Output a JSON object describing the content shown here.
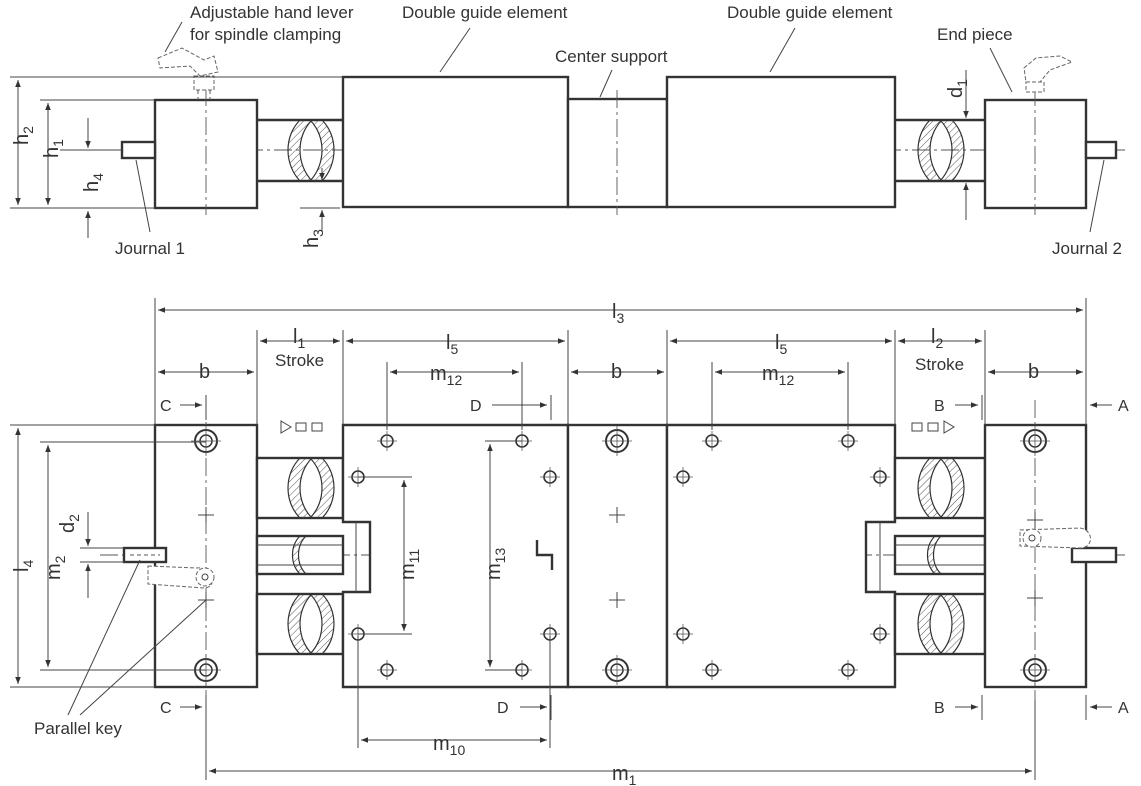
{
  "callouts": {
    "lever_line1": "Adjustable hand lever",
    "lever_line2": "for spindle clamping",
    "double_guide_left": "Double guide element",
    "double_guide_right": "Double guide element",
    "center_support": "Center support",
    "end_piece": "End piece",
    "journal1": "Journal 1",
    "journal2": "Journal 2",
    "parallel_key": "Parallel key",
    "stroke_left": "Stroke",
    "stroke_right": "Stroke"
  },
  "dimensions": {
    "h2": {
      "base": "h",
      "sub": "2"
    },
    "h1": {
      "base": "h",
      "sub": "1"
    },
    "h4": {
      "base": "h",
      "sub": "4"
    },
    "h3": {
      "base": "h",
      "sub": "3"
    },
    "d1": {
      "base": "d",
      "sub": "1"
    },
    "d2": {
      "base": "d",
      "sub": "2"
    },
    "l1": {
      "base": "l",
      "sub": "1"
    },
    "l2": {
      "base": "l",
      "sub": "2"
    },
    "l3": {
      "base": "l",
      "sub": "3"
    },
    "l4": {
      "base": "l",
      "sub": "4"
    },
    "l5a": {
      "base": "l",
      "sub": "5"
    },
    "l5b": {
      "base": "l",
      "sub": "5"
    },
    "b1": {
      "base": "b",
      "sub": ""
    },
    "b2": {
      "base": "b",
      "sub": ""
    },
    "b3": {
      "base": "b",
      "sub": ""
    },
    "m1": {
      "base": "m",
      "sub": "1"
    },
    "m2": {
      "base": "m",
      "sub": "2"
    },
    "m10": {
      "base": "m",
      "sub": "10"
    },
    "m11": {
      "base": "m",
      "sub": "11"
    },
    "m12a": {
      "base": "m",
      "sub": "12"
    },
    "m12b": {
      "base": "m",
      "sub": "12"
    },
    "m13": {
      "base": "m",
      "sub": "13"
    }
  },
  "sections": {
    "C_top": "C",
    "C_bottom": "C",
    "D_top": "D",
    "D_bottom": "D",
    "B_top": "B",
    "B_bottom": "B",
    "A_top": "A",
    "A_bottom": "A"
  },
  "colors": {
    "line": "#333333",
    "background": "#ffffff"
  }
}
